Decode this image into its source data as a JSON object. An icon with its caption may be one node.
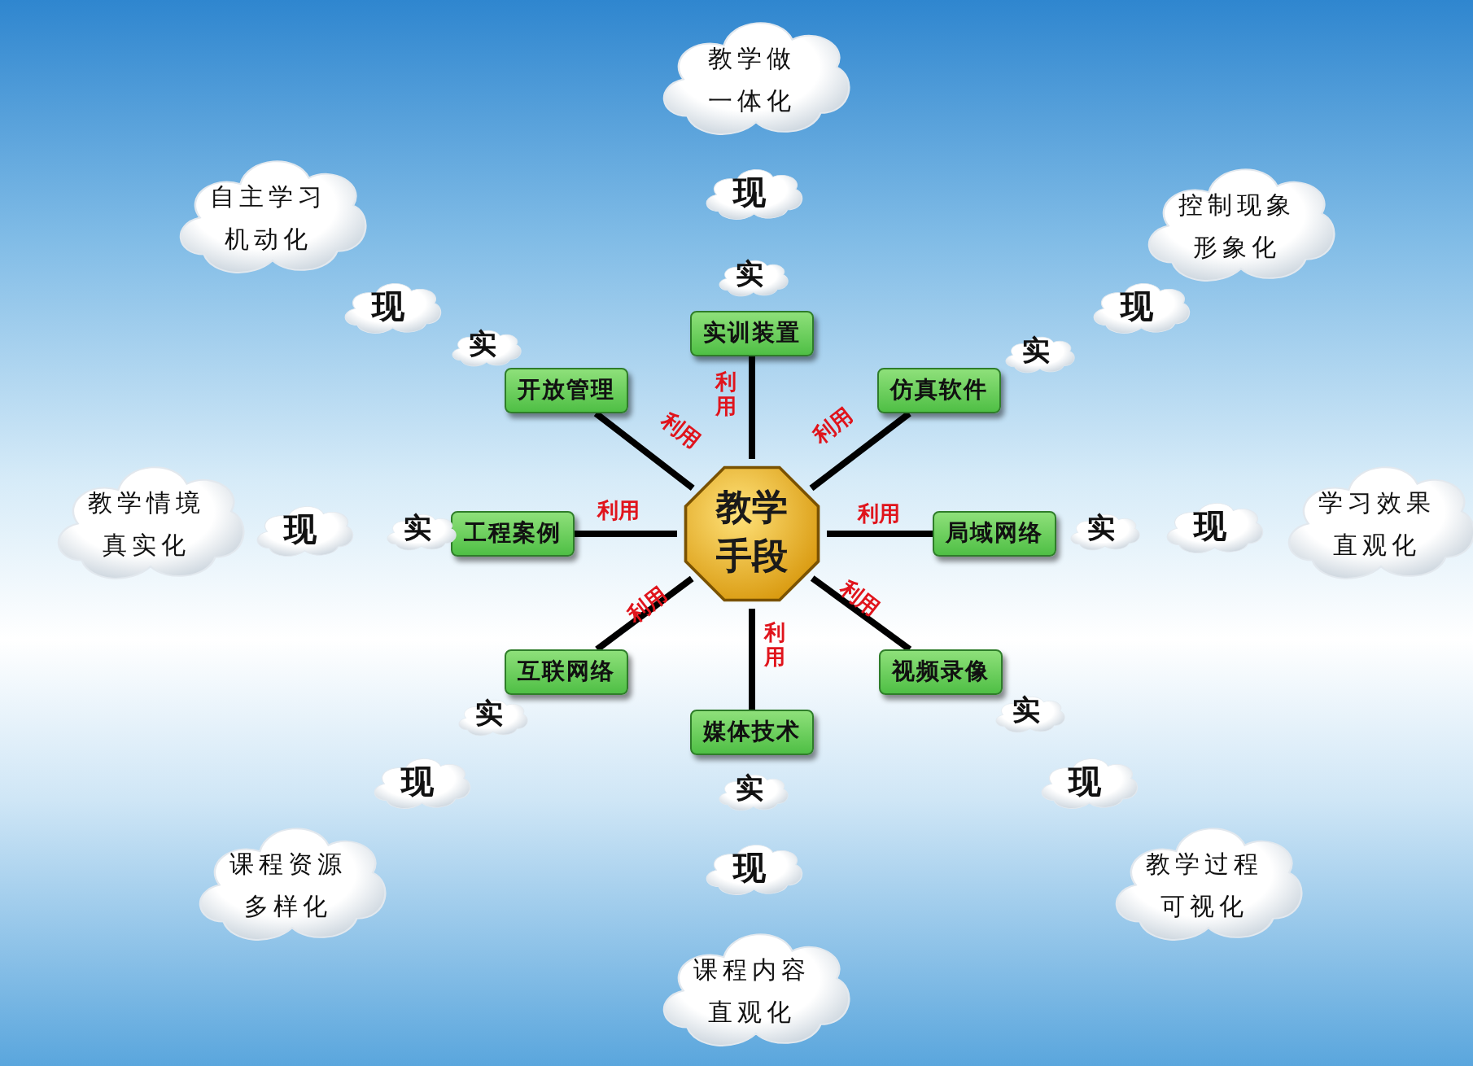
{
  "diagram": {
    "nodes": [
      {
        "text": [
          "教学手段"
        ]
      },
      {
        "text": [
          "实训装置"
        ]
      },
      {
        "text": [
          "仿真软件"
        ]
      },
      {
        "text": [
          "局域网络"
        ]
      },
      {
        "text": [
          "视频录像"
        ]
      },
      {
        "text": [
          "媒体技术"
        ]
      },
      {
        "text": [
          "互联网络"
        ]
      },
      {
        "text": [
          "工程案例"
        ]
      },
      {
        "text": [
          "开放管理"
        ]
      },
      {
        "text": [
          "实"
        ]
      },
      {
        "text": [
          "现"
        ]
      },
      {
        "text": [
          "教学做一体化"
        ]
      },
      {
        "text": [
          "实"
        ]
      },
      {
        "text": [
          "现"
        ]
      },
      {
        "text": [
          "控制现象形象化"
        ]
      },
      {
        "text": [
          "实"
        ]
      },
      {
        "text": [
          "现"
        ]
      },
      {
        "text": [
          "学习效果直观化"
        ]
      },
      {
        "text": [
          "实"
        ]
      },
      {
        "text": [
          "现"
        ]
      },
      {
        "text": [
          "教学过程可视化"
        ]
      },
      {
        "text": [
          "实"
        ]
      },
      {
        "text": [
          "现"
        ]
      },
      {
        "text": [
          "课程内容直观化"
        ]
      },
      {
        "text": [
          "实"
        ]
      },
      {
        "text": [
          "现"
        ]
      },
      {
        "text": [
          "课程资源多样化"
        ]
      },
      {
        "text": [
          "实"
        ]
      },
      {
        "text": [
          "现"
        ]
      },
      {
        "text": [
          "教学情境真实化"
        ]
      },
      {
        "text": [
          "实"
        ]
      },
      {
        "text": [
          "现"
        ]
      },
      {
        "text": [
          "自主学习机动化"
        ]
      }
    ],
    "edges": [
      {
        "from": 0,
        "to": 1,
        "arrow": "none",
        "label": "利用"
      },
      {
        "from": 0,
        "to": 2,
        "arrow": "none",
        "label": "利用"
      },
      {
        "from": 0,
        "to": 3,
        "arrow": "none",
        "label": "利用"
      },
      {
        "from": 0,
        "to": 4,
        "arrow": "none",
        "label": "利用"
      },
      {
        "from": 0,
        "to": 5,
        "arrow": "none",
        "label": "利用"
      },
      {
        "from": 0,
        "to": 6,
        "arrow": "none",
        "label": "利用"
      },
      {
        "from": 0,
        "to": 7,
        "arrow": "none",
        "label": "利用"
      },
      {
        "from": 0,
        "to": 8,
        "arrow": "none",
        "label": "利用"
      }
    ]
  }
}
